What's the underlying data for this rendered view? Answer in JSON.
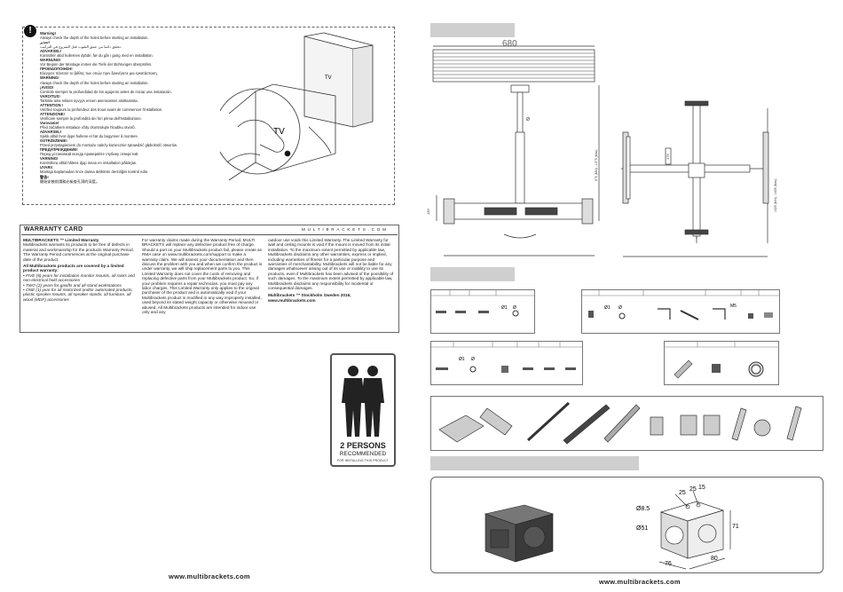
{
  "warning": {
    "lines": [
      {
        "t": "Warning!",
        "h": true
      },
      {
        "t": "Always check the depth of the holes before starting an installation.",
        "h": false
      },
      {
        "t": "تحذير!",
        "h": true
      },
      {
        "t": "تحقق دائما من عمق الثقوب قبل الشروع في التركيب.",
        "h": false
      },
      {
        "t": "ADVARSEL!",
        "h": true
      },
      {
        "t": "Kontrollér altid hullernes dybde, før du går i gang med en installation.",
        "h": false
      },
      {
        "t": "WARNUNG!",
        "h": true
      },
      {
        "t": "Vor Beginn der Montage immer die Tiefe der Bohrungen überprüfen.",
        "h": false
      },
      {
        "t": "ΠΡΟΕΙΔΟΠΟΙΗΣΗ!",
        "h": true
      },
      {
        "t": "Ελέγχετε πάντοτε το βάθος των οπών πριν ξεκινήσετε μια εγκατάσταση.",
        "h": false
      },
      {
        "t": "WARNING!",
        "h": true
      },
      {
        "t": "Always check the depth of the holes before starting an installation.",
        "h": false
      },
      {
        "t": "¡AVISO!",
        "h": true
      },
      {
        "t": "Controle siempre la profundidad de los agujeros antes de iniciar una instalación.",
        "h": false
      },
      {
        "t": "VAROITUS!",
        "h": true
      },
      {
        "t": "Tarkista aina reikien syvyys ennen asennuksen aloittamista.",
        "h": false
      },
      {
        "t": "ATTENTION !",
        "h": true
      },
      {
        "t": "Vérifiez toujours la profondeur des trous avant de commencer l'installation.",
        "h": false
      },
      {
        "t": "ATTENZIONE!",
        "h": true
      },
      {
        "t": "Verificare sempre la profondità dei fori prima dell'installazione.",
        "h": false
      },
      {
        "t": "Varovanie!",
        "h": true
      },
      {
        "t": "Před začátkem instalace vždy zkontrolujte hloubku otvorů.",
        "h": false
      },
      {
        "t": "ADVARSEL!",
        "h": true
      },
      {
        "t": "Sjekk alltid hvor dype hullene er før du begynner å montere.",
        "h": false
      },
      {
        "t": "OSTRZEŻENIE!",
        "h": true
      },
      {
        "t": "Przed przystąpieniem do montażu należy koniecznie sprawdzić głębokość otworów.",
        "h": false
      },
      {
        "t": "ПРЕДУПРЕЖДЕНИЕ!",
        "h": true
      },
      {
        "t": "Перед установкой всегда проверяйте глубину отверстий.",
        "h": false
      },
      {
        "t": "VARNING!",
        "h": true
      },
      {
        "t": "Kontrollera alltid hålens djup innan en installation påbörjas.",
        "h": false
      },
      {
        "t": "UYARI!",
        "h": true
      },
      {
        "t": "Montaja başlamadan önce daima deliklerin derinliğini kontrol edin.",
        "h": false
      },
      {
        "t": "警告!",
        "h": true
      },
      {
        "t": "開始安裝前請務必檢查孔洞的深度。",
        "h": false
      }
    ],
    "tv_label_small": "TV",
    "tv_label_large": "TV"
  },
  "warranty": {
    "title": "WARRANTY CARD",
    "brand": "MULTIBRACKETS.COM",
    "col1": [
      "MULTIBRACKETS ™ Limited Warranty",
      "Multibrackets warrants its products to be free of defects in material and workmanship for the products Warranty Period. The Warranty Period commences at the original purchase date of the product.",
      "All Multibrackets products are covered by a limited product warranty:",
      "• FIVE (5) years for installation monitor mounts, all racks and non-electrical hold accessories",
      "• TWO (2) years for gasifts and all-stand workstations",
      "• ONE (1) year for all motorized and/or automated products, plastic speaker mounts, all speaker stands, all furniture, all wood (MDF) accessories"
    ],
    "col2": "For warranty claims made during the Warranty Period, MULTI BRACKETS will replace any defective product free of charge. Should a part on your Multibrackets product fail, please create an RMA case on www.multibrackets.com/support to make a warranty claim. We will assess your documentation and then discuss the problem with you and when we confirm the product is under warranty, we will ship replacement parts to you. This Limited Warranty does not cover the costs of removing and replacing defective parts from your Multibrackets product. So, if your problem requires a repair technician, you must pay any labor charges. This Limited Warranty only applies to the original purchaser of the product and is automatically void if your Multibrackets product is modified in any way improperly installed, used beyond its stated weight capacity or otherwise misused or abused. All Multibrackets products are intended for indoor use only and any",
    "col3": [
      "outdoor use voids this Limited Warranty. The Limited Warranty for wall and ceiling mounts is void if the mount is moved from its initial installation. To the maximum extent permitted by applicable law, Multibrackets disclaims any other warranties, express or implied, including warranties of fitness for a particular purpose and warranties of merchantability. Multibrackets will not be liable for any damages whatsoever arising out of its use or inability to use its products, even if Multibrackets has been advised of the possibility of such damages. To the maximum extent permitted by applicable law, Multibrackets disclaims any responsibility for incidental or consequential damages.",
      "Multibrackets ™ Stockholm Sweden 2016,",
      "www.multibrackets.com"
    ]
  },
  "persons": {
    "line1": "2 PERSONS",
    "line2": "RECOMMENDED",
    "line3": "FOR INSTALLING THIS PRODUCT"
  },
  "footer": {
    "url_left": "www.multibrackets.com",
    "url_right": "www.multibrackets.com"
  },
  "diagram": {
    "width_label": "680",
    "left_dim": "139",
    "height_range": "675 (Min) - 1275 (Max)",
    "mid_dim": "182",
    "right_height_range": "1025 (Min) - 1625 (Max)",
    "right_small_dim": "176",
    "diameter_symbol": "Ø"
  },
  "parts": {
    "row1a": [
      "Ø1",
      "Ø"
    ],
    "row1b": [
      "Ø1",
      "Ø",
      "M5"
    ],
    "row2a": [
      "Ø1",
      "Ø"
    ]
  },
  "adapter": {
    "d_hole": "Ø8.5",
    "d_big": "Ø51",
    "d25a": "25",
    "d25b": "25",
    "d15": "15",
    "d71": "71",
    "d76": "76",
    "d80": "80"
  }
}
